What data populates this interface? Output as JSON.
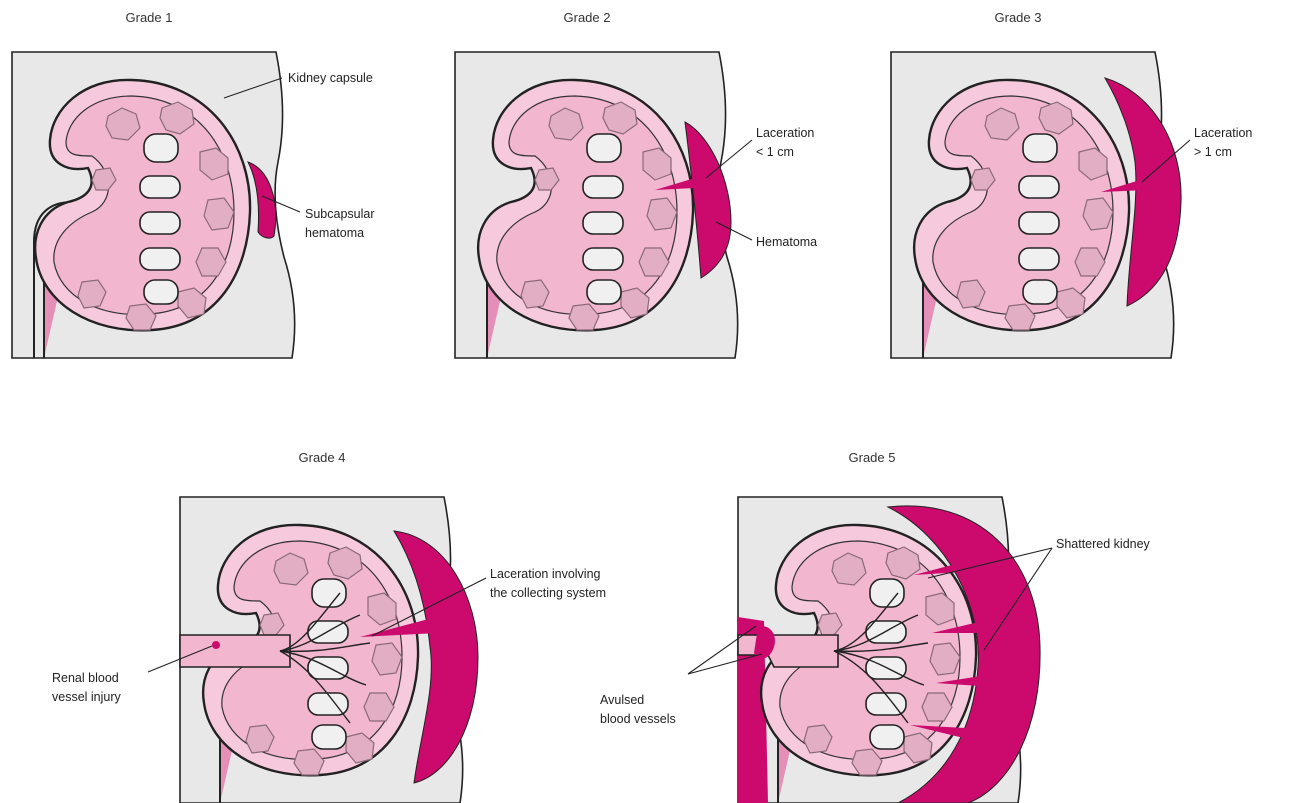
{
  "grades": [
    {
      "title": "Grade 1",
      "labels": [
        "Kidney capsule",
        "Subcapsular",
        "hematoma"
      ]
    },
    {
      "title": "Grade 2",
      "labels": [
        "Laceration",
        "< 1 cm",
        "Hematoma"
      ]
    },
    {
      "title": "Grade 3",
      "labels": [
        "Laceration",
        "> 1 cm"
      ]
    },
    {
      "title": "Grade 4",
      "labels": [
        "Laceration involving",
        "the collecting system",
        "Renal blood",
        "vessel injury"
      ]
    },
    {
      "title": "Grade 5",
      "labels": [
        "Shattered kidney",
        "Avulsed",
        "blood vessels"
      ]
    }
  ],
  "colors": {
    "kidney": "#f6c9dc",
    "kidney_inner": "#f2b6cf",
    "pyramid": "#e2aec4",
    "ureter": "#e58fb8",
    "hematoma": "#cc0a6e",
    "background": "#e8e8e8"
  }
}
